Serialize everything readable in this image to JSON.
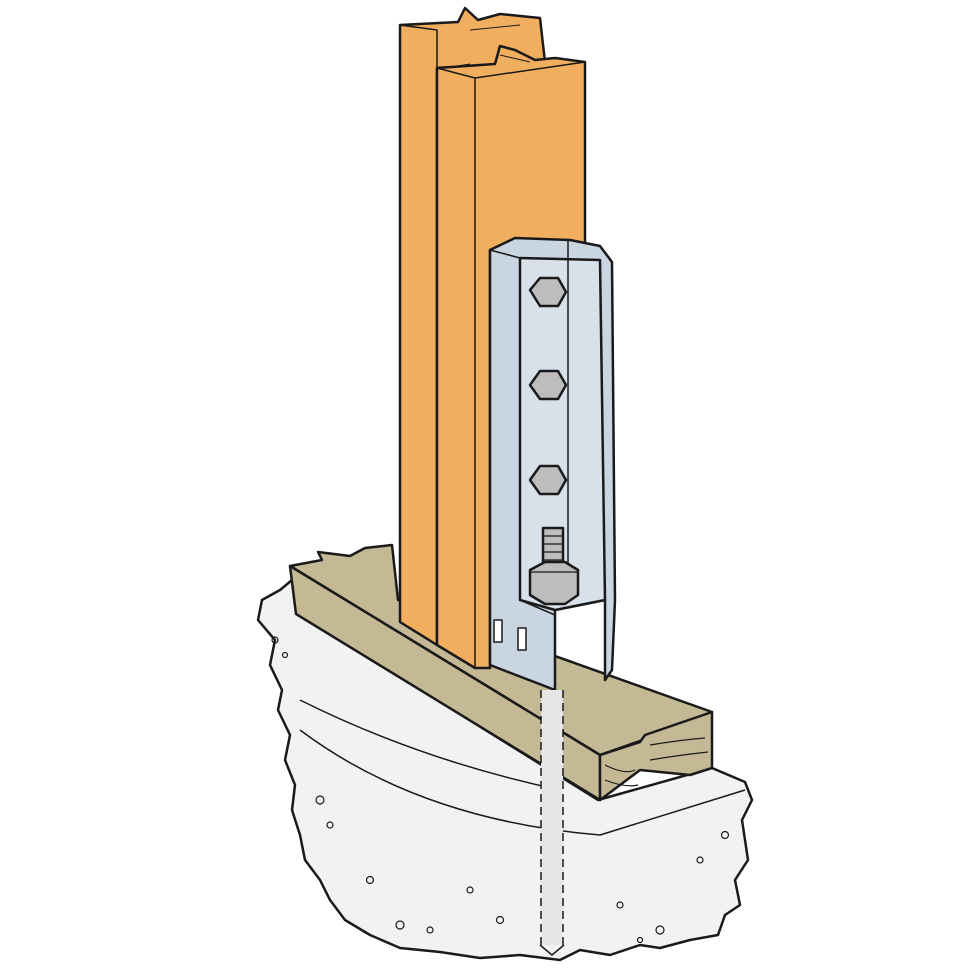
{
  "colors": {
    "background": "#ffffff",
    "concrete": "#f2f2f2",
    "sill_plate": "#c4b994",
    "post_wood": "#f0ae5e",
    "bracket_steel": "#c9d5e0",
    "bolt": "#bdbdbd",
    "anchor_rod": "#e6e6e6",
    "outline": "#1a1a1a"
  },
  "components": [
    "concrete-foundation",
    "sill-plate",
    "wood-post-back",
    "wood-post-front",
    "hold-down-bracket",
    "bolt",
    "anchor-nut",
    "anchor-rod"
  ]
}
